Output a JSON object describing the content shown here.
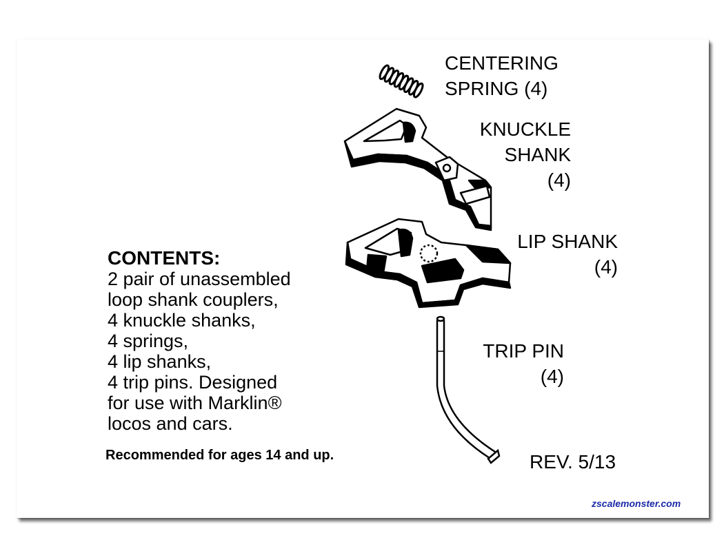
{
  "parts": {
    "centering_spring": [
      "CENTERING",
      "SPRING (4)"
    ],
    "knuckle_shank": [
      "KNUCKLE",
      "SHANK",
      "(4)"
    ],
    "lip_shank": [
      "LIP SHANK",
      "(4)"
    ],
    "trip_pin": [
      "TRIP PIN",
      "(4)"
    ]
  },
  "contents": {
    "heading": "CONTENTS:",
    "lines": [
      "2 pair of unassembled",
      "loop shank couplers,",
      "4 knuckle shanks,",
      "4 springs,",
      "4 lip shanks,",
      "4 trip pins. Designed",
      "for use with Marklin®",
      "locos and cars."
    ]
  },
  "note": "Recommended for ages 14 and up.",
  "revision": "REV. 5/13",
  "watermark": "zscalemonster.com"
}
